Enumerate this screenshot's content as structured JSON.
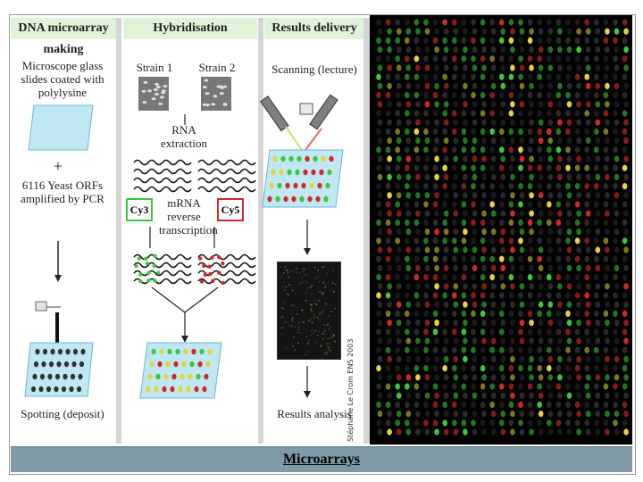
{
  "columns": {
    "making": "DNA microarray making",
    "hybrid": "Hybridisation",
    "results": "Results delivery"
  },
  "making": {
    "slides_label": "Microscope glass slides coated with polylysine",
    "plus": "+",
    "orfs_label": "6116 Yeast ORFs amplified by PCR",
    "spotting": "Spotting (deposit)"
  },
  "hybrid": {
    "strain1": "Strain 1",
    "strain2": "Strain 2",
    "rna": "RNA extraction",
    "cy3": "Cy3",
    "cy5": "Cy5",
    "mrna": "mRNA reverse transcription"
  },
  "results": {
    "scanning": "Scanning (lecture)",
    "analysis": "Results analysis"
  },
  "credit": "Stéphane Le Crom ENS 2003",
  "caption": "Microarrays",
  "colors": {
    "green": "#3cc83c",
    "red": "#d22828",
    "yellow": "#e6d23c",
    "header": "#dff3d8",
    "caption_bar": "#7f9aa6"
  }
}
